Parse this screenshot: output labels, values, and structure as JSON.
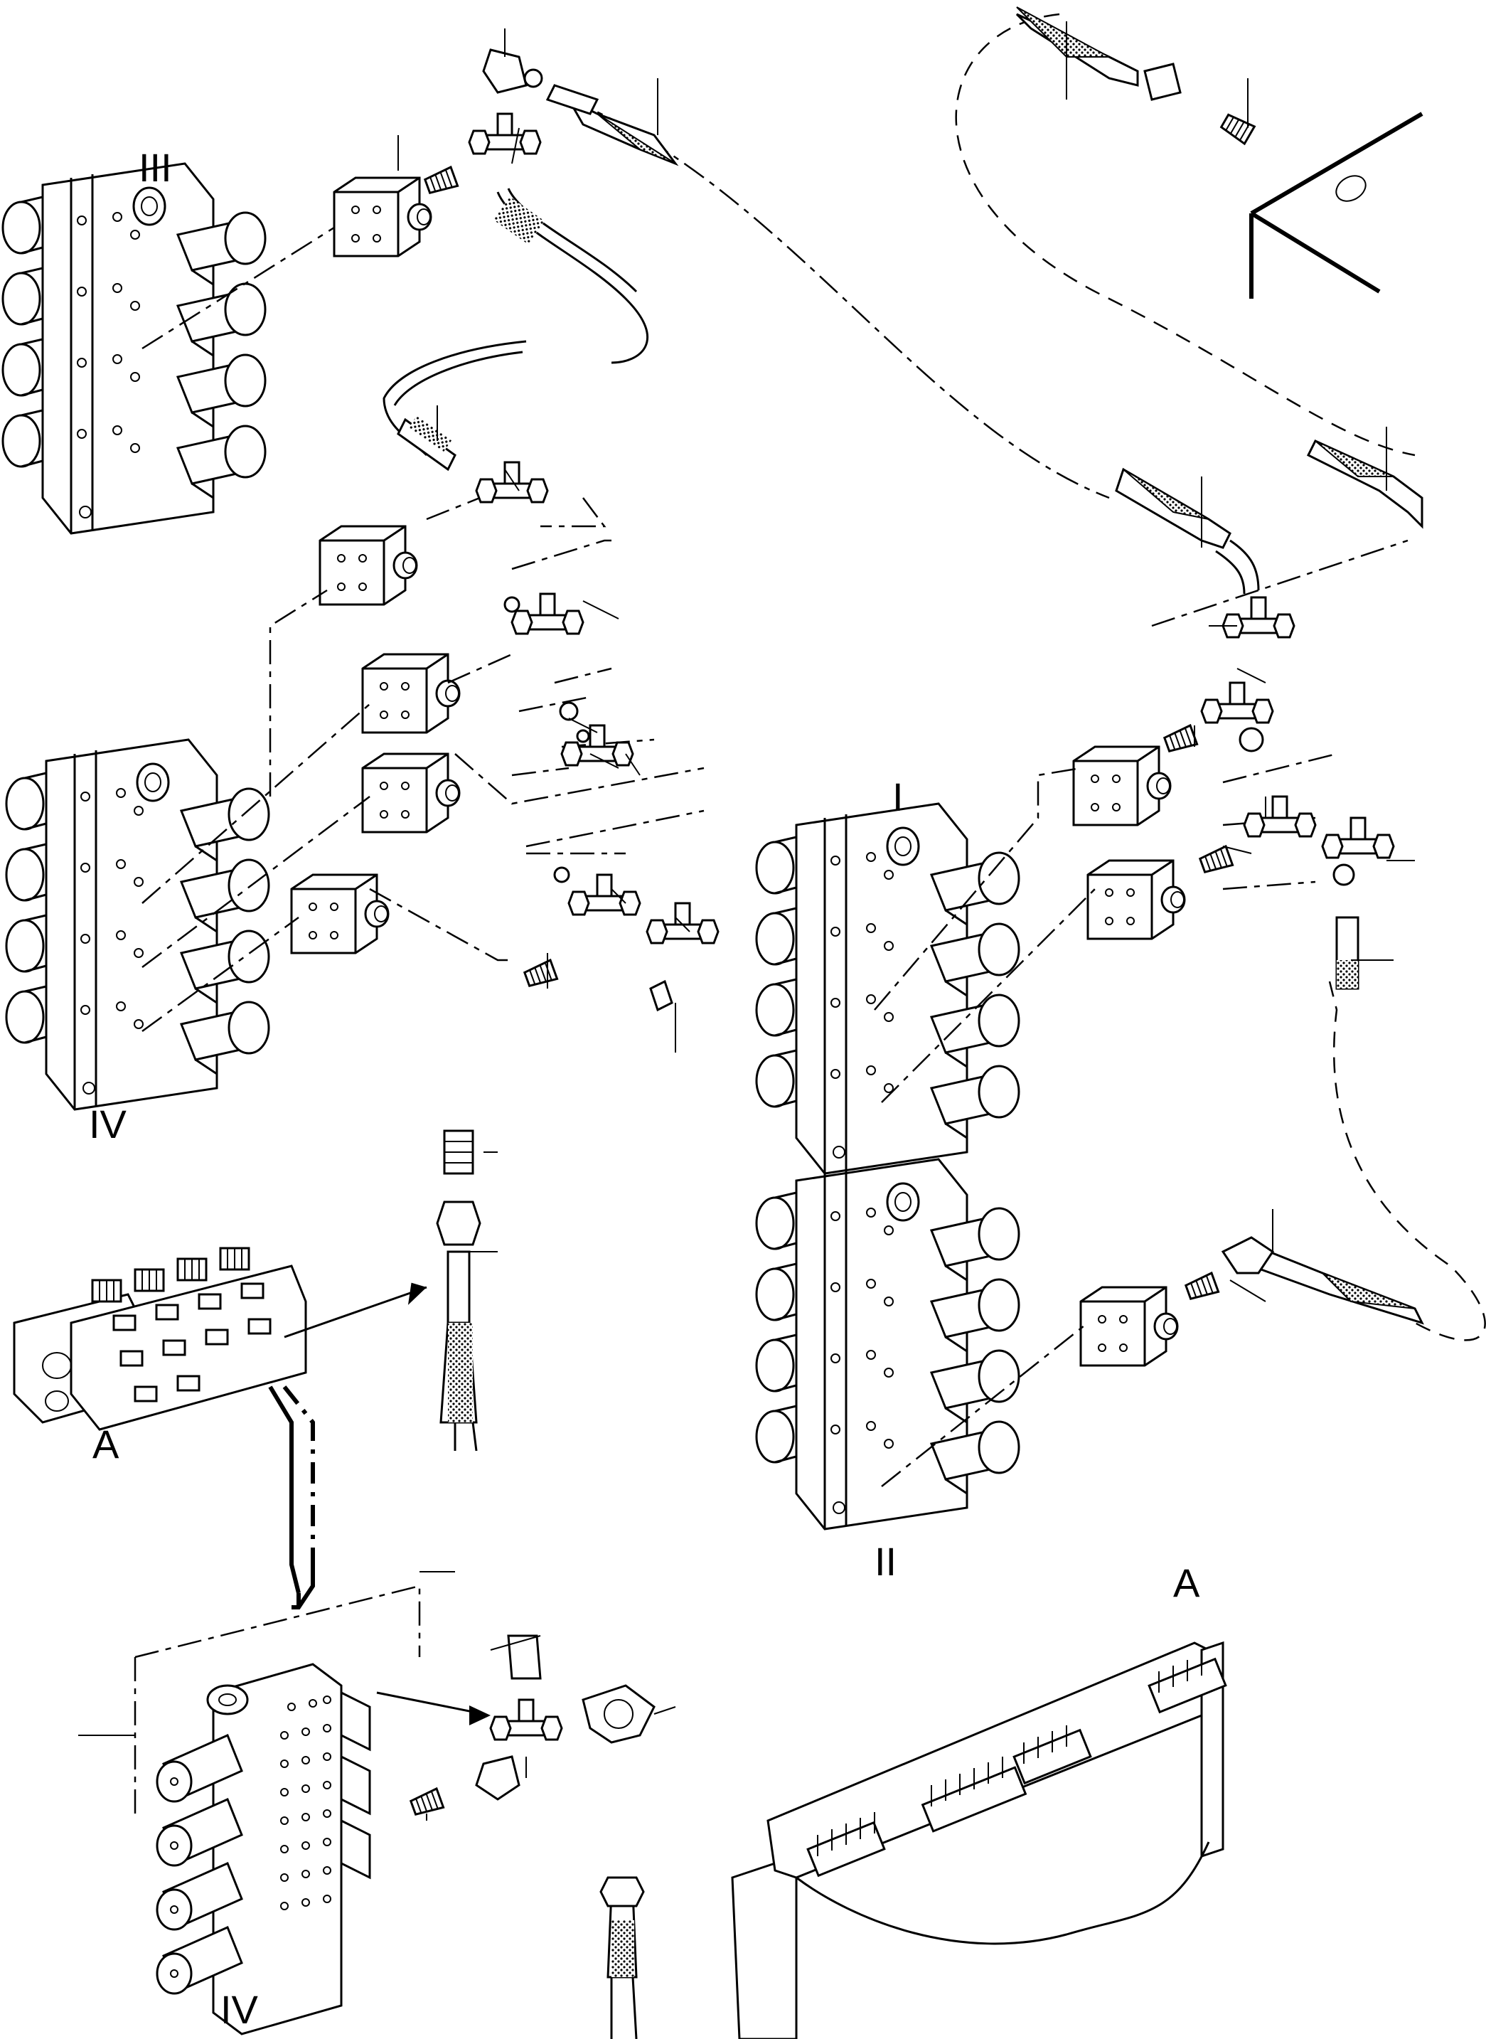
{
  "labels": {
    "valve_III": "III",
    "valve_IV_top": "IV",
    "valve_I": "I",
    "valve_II": "II",
    "ref_A_left": "A",
    "ref_A_right": "A",
    "valve_IV_bottom": "IV"
  }
}
